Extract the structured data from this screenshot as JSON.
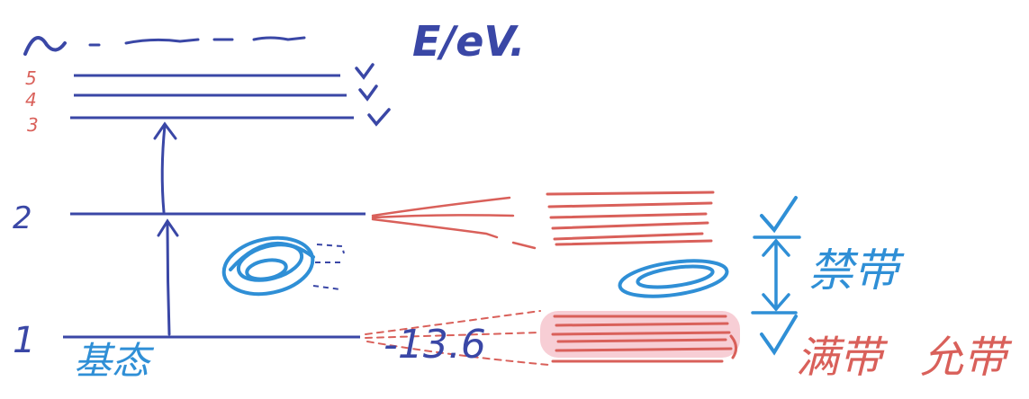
{
  "axis_label": "E/eV.",
  "levels": [
    {
      "n": "1",
      "energy": "-13.6",
      "note": "基态"
    },
    {
      "n": "2"
    },
    {
      "n": "3"
    },
    {
      "n": "4"
    },
    {
      "n": "5"
    }
  ],
  "band_labels": {
    "forbidden": "禁带",
    "full": "满带",
    "allowed": "允带"
  },
  "colors": {
    "level_lines": "#3a47a6",
    "annotation_blue": "#2f8fd6",
    "annotation_red": "#d9605a",
    "highlight": "#f6c9d0"
  }
}
